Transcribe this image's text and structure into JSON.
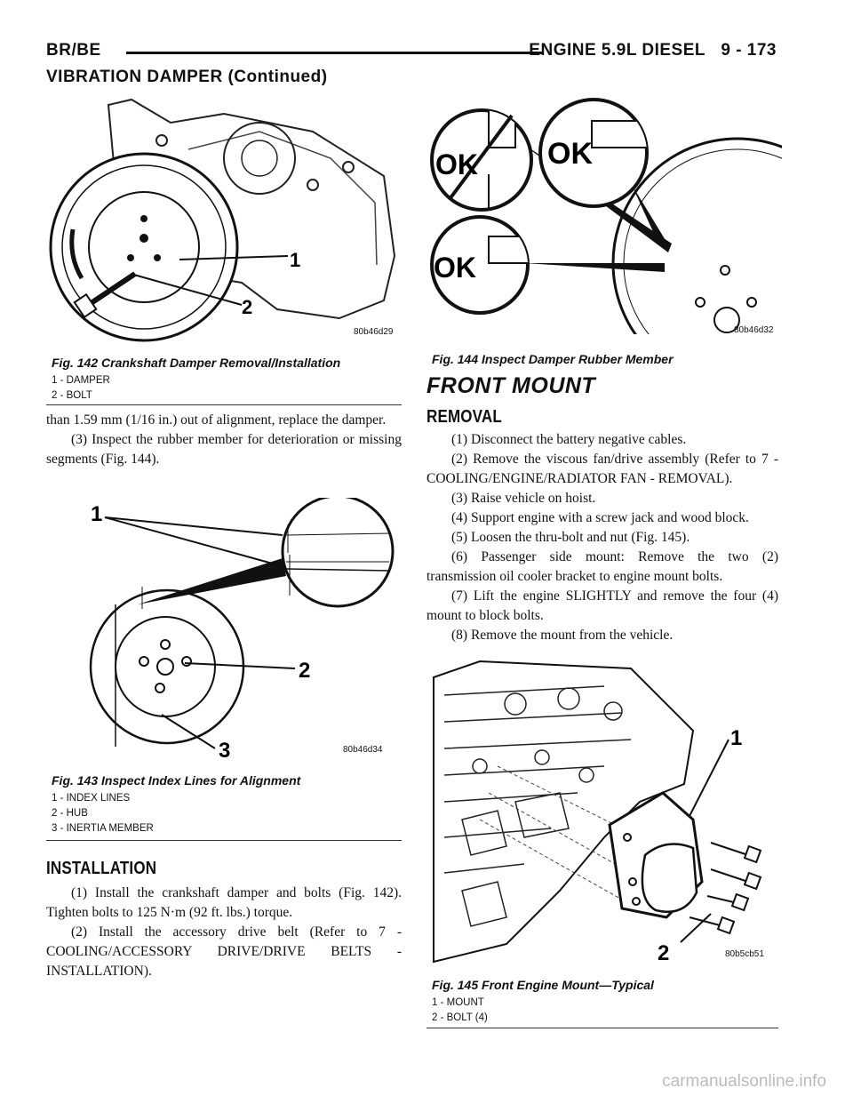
{
  "header": {
    "model": "BR/BE",
    "section": "ENGINE 5.9L DIESEL",
    "page": "9 - 173"
  },
  "continued_heading": "VIBRATION DAMPER (Continued)",
  "fig142": {
    "image_id": "80b46d29",
    "callouts": [
      "1",
      "2"
    ],
    "title": "Fig. 142 Crankshaft Damper Removal/Installation",
    "legend": [
      "1 - DAMPER",
      "2 - BOLT"
    ]
  },
  "fig144": {
    "image_id": "80b46d32",
    "ok_labels": [
      "OK",
      "OK",
      "OK"
    ],
    "title": "Fig. 144 Inspect Damper Rubber Member"
  },
  "left_text": [
    "than 1.59 mm (1/16 in.) out of alignment, replace the damper.",
    "(3) Inspect the rubber member for deterioration or missing segments (Fig. 144)."
  ],
  "fig143": {
    "image_id": "80b46d34",
    "callouts": [
      "1",
      "2",
      "3"
    ],
    "title": "Fig. 143 Inspect Index Lines for Alignment",
    "legend": [
      "1 - INDEX LINES",
      "2 - HUB",
      "3 - INERTIA MEMBER"
    ]
  },
  "installation": {
    "heading": "INSTALLATION",
    "steps": [
      "(1) Install the crankshaft damper and bolts (Fig. 142). Tighten bolts to 125 N·m (92 ft. lbs.) torque.",
      "(2) Install the accessory drive belt (Refer to 7 - COOLING/ACCESSORY DRIVE/DRIVE BELTS - INSTALLATION)."
    ]
  },
  "front_mount": {
    "heading": "FRONT MOUNT",
    "removal_heading": "REMOVAL",
    "steps": [
      "(1) Disconnect the battery negative cables.",
      "(2) Remove the viscous fan/drive assembly (Refer to 7 - COOLING/ENGINE/RADIATOR FAN - REMOVAL).",
      "(3) Raise vehicle on hoist.",
      "(4) Support engine with a screw jack and wood block.",
      "(5) Loosen the thru-bolt and nut (Fig. 145).",
      "(6) Passenger side mount: Remove the two (2) transmission oil cooler bracket to engine mount bolts.",
      "(7) Lift the engine SLIGHTLY and remove the four (4) mount to block bolts.",
      "(8) Remove the mount from the vehicle."
    ]
  },
  "fig145": {
    "image_id": "80b5cb51",
    "callouts": [
      "1",
      "2"
    ],
    "title": "Fig. 145 Front Engine Mount—Typical",
    "legend": [
      "1 - MOUNT",
      "2 - BOLT (4)"
    ]
  },
  "watermark": "carmanualsonline.info"
}
